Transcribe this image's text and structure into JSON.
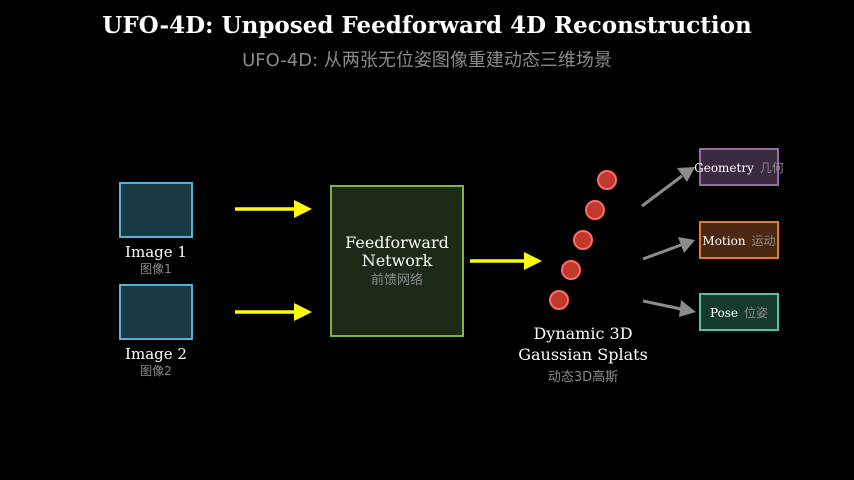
{
  "title": "UFO-4D: Unposed Feedforward 4D Reconstruction",
  "subtitle": "UFO-4D: 从两张无位姿图像重建动态三维场景",
  "inputs": [
    {
      "label": "Image 1",
      "label_cn": "图像1"
    },
    {
      "label": "Image 2",
      "label_cn": "图像2"
    }
  ],
  "network": {
    "line1": "Feedforward",
    "line2": "Network",
    "label_cn": "前馈网络"
  },
  "splats": {
    "line1": "Dynamic 3D",
    "line2": "Gaussian Splats",
    "label_cn": "动态3D高斯"
  },
  "outputs": [
    {
      "label": "Geometry",
      "label_cn": "几何",
      "color": "#9a6aa8"
    },
    {
      "label": "Motion",
      "label_cn": "运动",
      "color": "#e07b2c"
    },
    {
      "label": "Pose",
      "label_cn": "位姿",
      "color": "#4fc3a1"
    }
  ],
  "colors": {
    "input_box_stroke": "#4db6d8",
    "input_box_fill": "#1b3a44",
    "network_stroke": "#7cb342",
    "network_fill": "#1d2a18",
    "arrow_main": "#ffff00",
    "arrow_out": "#8c8c8c",
    "splat_fill": "#c0392b",
    "splat_stroke": "#ff6b6b"
  }
}
